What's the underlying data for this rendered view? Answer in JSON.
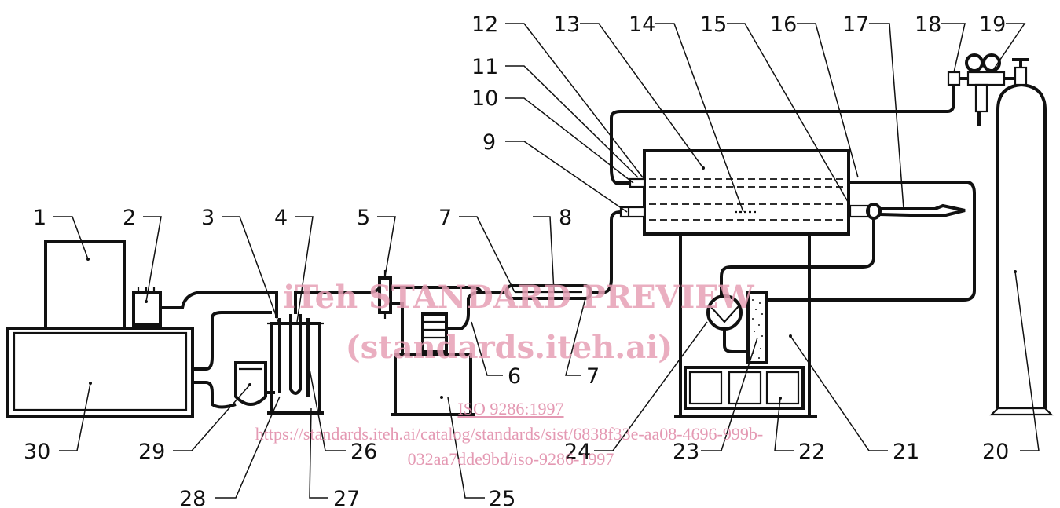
{
  "labels": {
    "l1": "1",
    "l2": "2",
    "l3": "3",
    "l4": "4",
    "l5": "5",
    "l6": "6",
    "l7a": "7",
    "l7b": "7",
    "l8": "8",
    "l9": "9",
    "l10": "10",
    "l11": "11",
    "l12": "12",
    "l13": "13",
    "l14": "14",
    "l15": "15",
    "l16": "16",
    "l17": "17",
    "l18": "18",
    "l19": "19",
    "l20": "20",
    "l21": "21",
    "l22": "22",
    "l23": "23",
    "l24": "24",
    "l25": "25",
    "l26": "26",
    "l27": "27",
    "l28": "28",
    "l29": "29",
    "l30": "30"
  },
  "watermark": {
    "line1": "iTeh STANDARD PREVIEW",
    "line2": "(standards.iteh.ai)",
    "line3": "ISO 9286:1997",
    "line4": "https://standards.iteh.ai/catalog/standards/sist/6838f33e-aa08-4696-999b-",
    "line5": "032aa7dde9bd/iso-9286-1997"
  },
  "colors": {
    "ink": "#111111",
    "watermark": "#e7a0b6"
  }
}
